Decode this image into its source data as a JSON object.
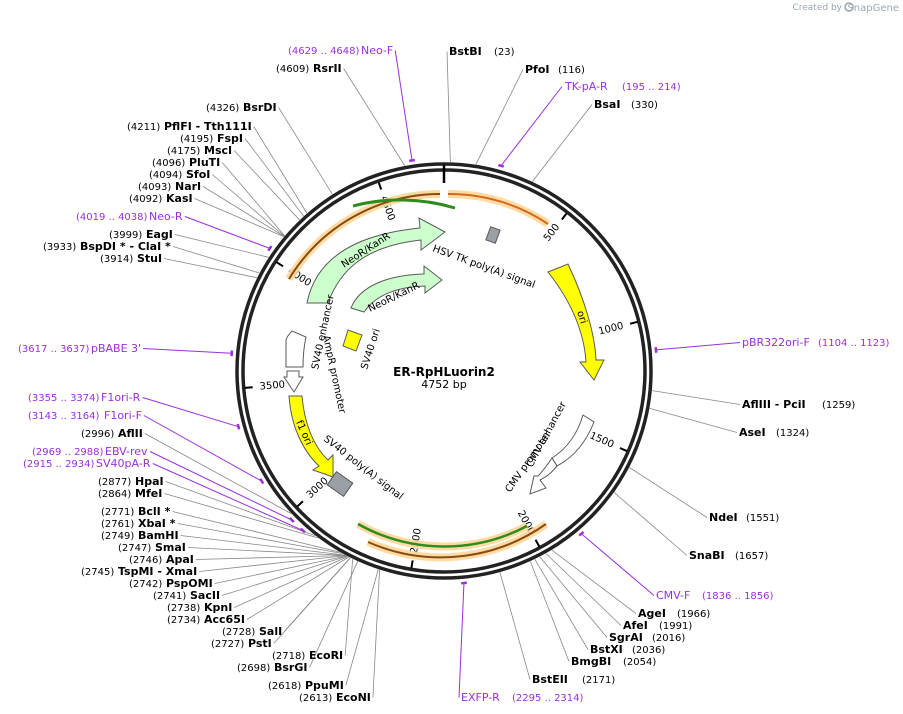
{
  "credit": {
    "prefix": "Created by",
    "app": "SnapGene"
  },
  "plasmid": {
    "name": "ER-RpHLuorin2",
    "length_label": "4752 bp",
    "length": 4752
  },
  "ticks": [
    {
      "bp": 500,
      "label": "500"
    },
    {
      "bp": 1000,
      "label": "1000"
    },
    {
      "bp": 1500,
      "label": "1500"
    },
    {
      "bp": 2000,
      "label": "2000"
    },
    {
      "bp": 2500,
      "label": "2500"
    },
    {
      "bp": 3000,
      "label": "3000"
    },
    {
      "bp": 3500,
      "label": "3500"
    },
    {
      "bp": 4000,
      "label": "4000"
    },
    {
      "bp": 4500,
      "label": "4500"
    }
  ],
  "enzymes": [
    {
      "id": "bstbi",
      "name": "BstBI",
      "pos": "(23)",
      "bp": 23
    },
    {
      "id": "pfoi",
      "name": "PfoI",
      "pos": "(116)",
      "bp": 116
    },
    {
      "id": "bsai",
      "name": "BsaI",
      "pos": "(330)",
      "bp": 330
    },
    {
      "id": "afliii",
      "name": "AflIII  - PciI",
      "pos": "(1259)",
      "bp": 1259
    },
    {
      "id": "asei",
      "name": "AseI",
      "pos": "(1324)",
      "bp": 1324
    },
    {
      "id": "ndei",
      "name": "NdeI",
      "pos": "(1551)",
      "bp": 1551
    },
    {
      "id": "snabi",
      "name": "SnaBI",
      "pos": "(1657)",
      "bp": 1657
    },
    {
      "id": "agei",
      "name": "AgeI",
      "pos": "(1966)",
      "bp": 1966
    },
    {
      "id": "afei",
      "name": "AfeI",
      "pos": "(1991)",
      "bp": 1991
    },
    {
      "id": "sgrai",
      "name": "SgrAI",
      "pos": "(2016)",
      "bp": 2016
    },
    {
      "id": "bstxi",
      "name": "BstXI",
      "pos": "(2036)",
      "bp": 2036
    },
    {
      "id": "bmgbi",
      "name": "BmgBI",
      "pos": "(2054)",
      "bp": 2054
    },
    {
      "id": "bsteii",
      "name": "BstEII",
      "pos": "(2171)",
      "bp": 2171
    },
    {
      "id": "econi",
      "name": "EcoNI",
      "pos": "(2613)",
      "bp": 2613
    },
    {
      "id": "ppumi",
      "name": "PpuMI",
      "pos": "(2618)",
      "bp": 2618
    },
    {
      "id": "bsrgi",
      "name": "BsrGI",
      "pos": "(2698)",
      "bp": 2698
    },
    {
      "id": "ecori",
      "name": "EcoRI",
      "pos": "(2718)",
      "bp": 2718
    },
    {
      "id": "psti",
      "name": "PstI",
      "pos": "(2727)",
      "bp": 2727
    },
    {
      "id": "sali",
      "name": "SalI",
      "pos": "(2728)",
      "bp": 2728
    },
    {
      "id": "acc65i",
      "name": "Acc65I",
      "pos": "(2734)",
      "bp": 2734
    },
    {
      "id": "kpni",
      "name": "KpnI",
      "pos": "(2738)",
      "bp": 2738
    },
    {
      "id": "sacii",
      "name": "SacII",
      "pos": "(2741)",
      "bp": 2741
    },
    {
      "id": "pspomi",
      "name": "PspOMI",
      "pos": "(2742)",
      "bp": 2742
    },
    {
      "id": "tspmi",
      "name": "TspMI  - XmaI",
      "pos": "(2745)",
      "bp": 2745
    },
    {
      "id": "apai",
      "name": "ApaI",
      "pos": "(2746)",
      "bp": 2746
    },
    {
      "id": "smai",
      "name": "SmaI",
      "pos": "(2747)",
      "bp": 2747
    },
    {
      "id": "bamhi",
      "name": "BamHI",
      "pos": "(2749)",
      "bp": 2749
    },
    {
      "id": "xbai",
      "name": "XbaI *",
      "pos": "(2761)",
      "bp": 2761
    },
    {
      "id": "bcli",
      "name": "BclI *",
      "pos": "(2771)",
      "bp": 2771
    },
    {
      "id": "mfei",
      "name": "MfeI",
      "pos": "(2864)",
      "bp": 2864
    },
    {
      "id": "hpai",
      "name": "HpaI",
      "pos": "(2877)",
      "bp": 2877
    },
    {
      "id": "aflii",
      "name": "AflII",
      "pos": "(2996)",
      "bp": 2996
    },
    {
      "id": "stui",
      "name": "StuI",
      "pos": "(3914)",
      "bp": 3914
    },
    {
      "id": "bspdi",
      "name": "BspDI *  - ClaI *",
      "pos": "(3933)",
      "bp": 3933
    },
    {
      "id": "eagi",
      "name": "EagI",
      "pos": "(3999)",
      "bp": 3999
    },
    {
      "id": "kasi",
      "name": "KasI",
      "pos": "(4092)",
      "bp": 4092
    },
    {
      "id": "nari",
      "name": "NarI",
      "pos": "(4093)",
      "bp": 4093
    },
    {
      "id": "sfoi",
      "name": "SfoI",
      "pos": "(4094)",
      "bp": 4094
    },
    {
      "id": "pluti",
      "name": "PluTI",
      "pos": "(4096)",
      "bp": 4096
    },
    {
      "id": "msci",
      "name": "MscI",
      "pos": "(4175)",
      "bp": 4175
    },
    {
      "id": "fspi",
      "name": "FspI",
      "pos": "(4195)",
      "bp": 4195
    },
    {
      "id": "pflfi",
      "name": "PflFI  - Tth111I",
      "pos": "(4211)",
      "bp": 4211
    },
    {
      "id": "bsrdi",
      "name": "BsrDI",
      "pos": "(4326)",
      "bp": 4326
    },
    {
      "id": "rsrii",
      "name": "RsrII",
      "pos": "(4609)",
      "bp": 4609
    }
  ],
  "primers": [
    {
      "id": "neo-f",
      "name": "Neo-F",
      "range": "(4629 .. 4648)",
      "bp": 4638
    },
    {
      "id": "tk-pa-r",
      "name": "TK-pA-R",
      "range": "(195 .. 214)",
      "bp": 205
    },
    {
      "id": "pbr322ori-f",
      "name": "pBR322ori-F",
      "range": "(1104 .. 1123)",
      "bp": 1113
    },
    {
      "id": "cmv-f",
      "name": "CMV-F",
      "range": "(1836 .. 1856)",
      "bp": 1846
    },
    {
      "id": "exfp-r",
      "name": "EXFP-R",
      "range": "(2295 .. 2314)",
      "bp": 2305
    },
    {
      "id": "neo-r",
      "name": "Neo-R",
      "range": "(4019 .. 4038)",
      "bp": 4028
    },
    {
      "id": "pbabe3",
      "name": "pBABE 3'",
      "range": "(3617 .. 3637)",
      "bp": 3627
    },
    {
      "id": "f1ori-r",
      "name": "F1ori-R",
      "range": "(3355 .. 3374)",
      "bp": 3364
    },
    {
      "id": "f1ori-f",
      "name": "F1ori-F",
      "range": "(3143 .. 3164)",
      "bp": 3153
    },
    {
      "id": "ebv-rev",
      "name": "EBV-rev",
      "range": "(2969 .. 2988)",
      "bp": 2978
    },
    {
      "id": "sv40pa-r",
      "name": "SV40pA-R",
      "range": "(2915 .. 2934)",
      "bp": 2924
    }
  ],
  "features": [
    {
      "id": "hsv-tk",
      "name": "HSV TK poly(A) signal"
    },
    {
      "id": "ori",
      "name": "ori"
    },
    {
      "id": "cmv-enhancer",
      "name": "CMV enhancer"
    },
    {
      "id": "cmv-promoter",
      "name": "CMV promoter"
    },
    {
      "id": "sv40-polya",
      "name": "SV40 poly(A) signal"
    },
    {
      "id": "f1-ori",
      "name": "f1 ori"
    },
    {
      "id": "ampr-promoter",
      "name": "AmpR promoter"
    },
    {
      "id": "sv40-enhancer",
      "name": "SV40 enhancer"
    },
    {
      "id": "sv40-ori",
      "name": "SV40 ori"
    },
    {
      "id": "neokanr-outer",
      "name": "NeoR/KanR"
    },
    {
      "id": "neokanr-inner",
      "name": "NeoR/KanR"
    }
  ],
  "colors": {
    "primer": "#9b30d9",
    "ori": "#ffff00",
    "neokanr": "#ccffcc",
    "polya": "#9aa0a6",
    "orf_glow": "#ffd79a",
    "orf_line": "#2e8b1e",
    "orf_tip": "#d2691e",
    "backbone": "#222222"
  }
}
